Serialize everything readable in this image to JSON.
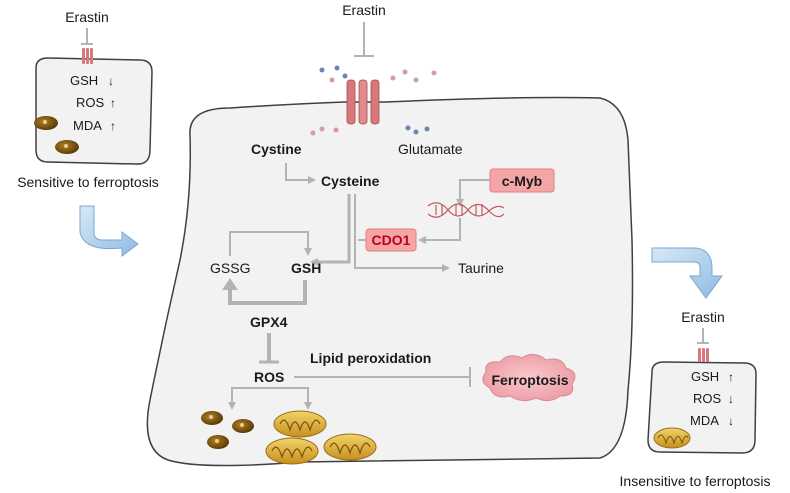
{
  "diagram": {
    "top": {
      "erastin": "Erastin"
    },
    "left_cell": {
      "erastin": "Erastin",
      "gsh": "GSH",
      "ros": "ROS",
      "mda": "MDA",
      "caption": "Sensitive to ferroptosis"
    },
    "main_cell": {
      "cystine": "Cystine",
      "glutamate": "Glutamate",
      "cysteine": "Cysteine",
      "c_myb": "c-Myb",
      "cdo1": "CDO1",
      "gssg": "GSSG",
      "gsh": "GSH",
      "taurine": "Taurine",
      "gpx4": "GPX4",
      "ros": "ROS",
      "lipid_peroxidation": "Lipid peroxidation",
      "ferroptosis": "Ferroptosis"
    },
    "right_cell": {
      "erastin": "Erastin",
      "gsh": "GSH",
      "ros": "ROS",
      "mda": "MDA",
      "caption": "Insensitive to ferroptosis"
    },
    "colors": {
      "cell_fill": "#f2f2f2",
      "arrow_gray": "#b3b3b3",
      "gene_box": "#f4a6a6",
      "transporter": "#d9787c",
      "cloud": "#f1a7ae",
      "mito": "#e0b23a",
      "flow_arrow": "#a9cbe8"
    }
  }
}
